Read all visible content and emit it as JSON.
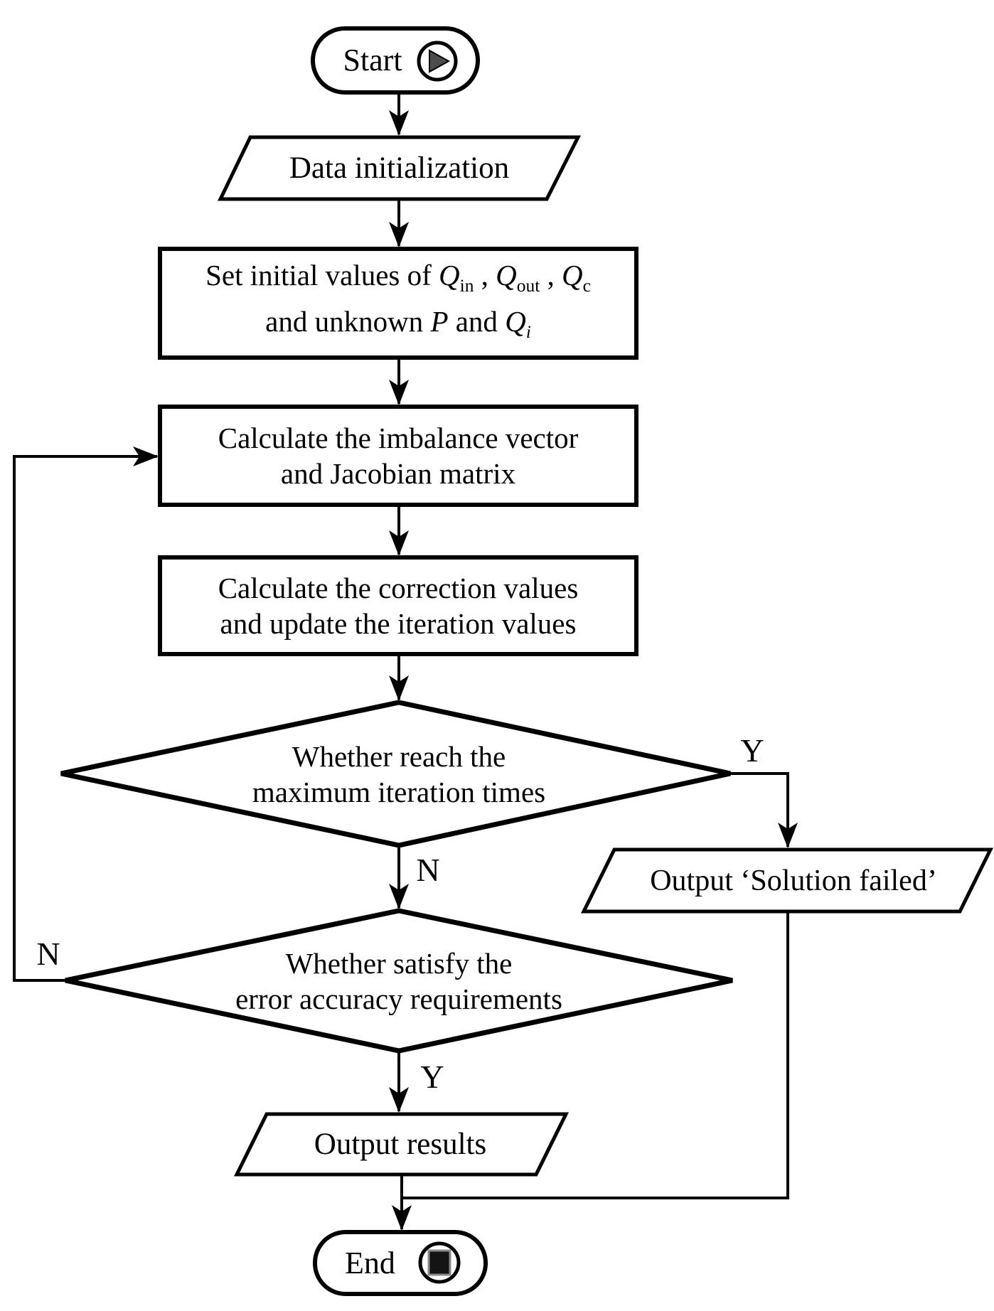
{
  "diagram": {
    "type": "flowchart",
    "colors": {
      "stroke": "#000000",
      "background": "#ffffff",
      "icon_fill": "#4d4d4d"
    },
    "nodes": {
      "start": {
        "label": "Start",
        "shape": "terminator",
        "icon": "play-icon"
      },
      "data_init": {
        "label": "Data initialization",
        "shape": "parallelogram"
      },
      "set_initial": {
        "shape": "process",
        "line1": [
          {
            "t": "Set initial values of "
          },
          {
            "t": "Q",
            "style": "i"
          },
          {
            "t": "in",
            "style": "sub"
          },
          {
            "t": " , "
          },
          {
            "t": "Q",
            "style": "i"
          },
          {
            "t": "out",
            "style": "sub"
          },
          {
            "t": " , "
          },
          {
            "t": "Q",
            "style": "i"
          },
          {
            "t": "c",
            "style": "sub"
          }
        ],
        "line2": [
          {
            "t": "and unknown "
          },
          {
            "t": "P",
            "style": "i"
          },
          {
            "t": " and "
          },
          {
            "t": "Q",
            "style": "i"
          },
          {
            "t": "i",
            "style": "isub"
          }
        ]
      },
      "calc_imbalance": {
        "shape": "process",
        "line1": "Calculate the imbalance vector",
        "line2": "and Jacobian matrix"
      },
      "calc_correction": {
        "shape": "process",
        "line1": "Calculate the correction values",
        "line2": "and update the iteration values"
      },
      "decision_max_iter": {
        "shape": "decision",
        "line1": "Whether reach the",
        "line2": "maximum iteration times"
      },
      "output_failed": {
        "label": "Output ‘Solution failed’",
        "shape": "parallelogram"
      },
      "decision_accuracy": {
        "shape": "decision",
        "line1": "Whether satisfy the",
        "line2": "error accuracy requirements"
      },
      "output_results": {
        "label": "Output results",
        "shape": "parallelogram"
      },
      "end": {
        "label": "End",
        "shape": "terminator",
        "icon": "stop-icon"
      }
    },
    "edge_labels": {
      "max_iter_yes": "Y",
      "max_iter_no": "N",
      "accuracy_no": "N",
      "accuracy_yes": "Y"
    }
  }
}
